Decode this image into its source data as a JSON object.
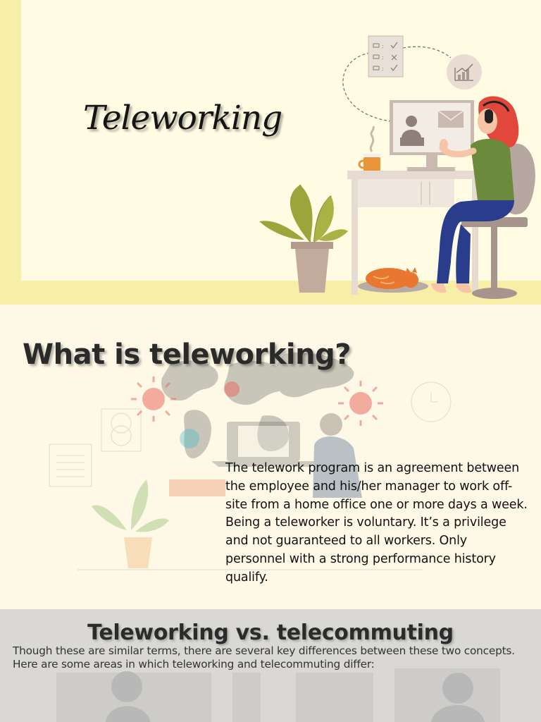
{
  "hero": {
    "title": "Teleworking",
    "background_color": "#fffce3",
    "frame_color": "#f7efa7"
  },
  "section2": {
    "title": "What is teleworking?",
    "body": "The telework program is an agreement between the employee and his/her manager to work off-site from a home office one or more days a week.  Being a teleworker is voluntary. It’s a privilege and not guaranteed to all workers. Only personnel with a strong performance history qualify."
  },
  "section3": {
    "title": "Teleworking vs. telecommuting",
    "body": "Though these are similar terms, there are several key differences between these two concepts. Here are some areas in which teleworking and telecommuting differ:"
  },
  "icons": [
    "checklist-icon",
    "growth-chart-icon",
    "coffee-cup-icon",
    "plant-icon",
    "cat-icon",
    "computer-icon",
    "headset-icon",
    "world-map-icon",
    "virus-icon",
    "clock-icon",
    "document-icon"
  ]
}
